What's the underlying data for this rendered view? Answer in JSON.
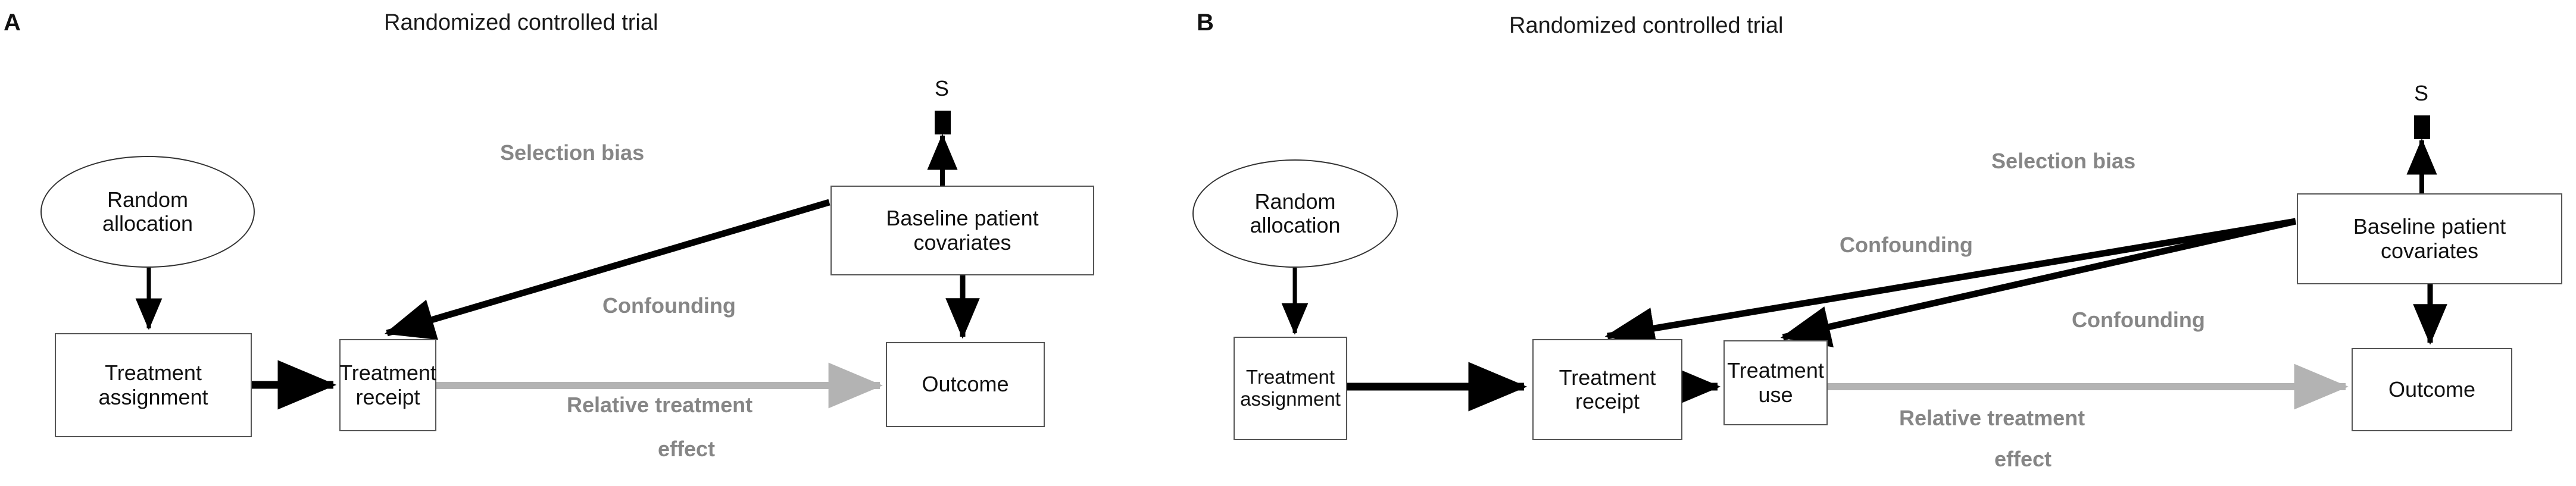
{
  "figure": {
    "background": "#ffffff",
    "node_text_color": "#111111",
    "node_border_color": "#555555",
    "edge_label_color": "#868686",
    "black_edge_color": "#000000",
    "gray_edge_color": "#b3b3b3"
  },
  "panels": [
    {
      "letter": "A",
      "title": "Randomized controlled trial",
      "nodes": {
        "random_allocation": "Random\nallocation",
        "treatment_assignment": "Treatment\nassignment",
        "treatment_receipt": "Treatment\nreceipt",
        "baseline_covariates": "Baseline patient\ncovariates",
        "outcome": "Outcome",
        "selection_node": "S"
      },
      "edge_labels": {
        "selection_bias": "Selection bias",
        "confounding": "Confounding",
        "relative_treatment_effect_line1": "Relative treatment",
        "relative_treatment_effect_line2": "effect"
      }
    },
    {
      "letter": "B",
      "title": "Randomized controlled trial",
      "nodes": {
        "random_allocation": "Random\nallocation",
        "treatment_assignment": "Treatment\nassignment",
        "treatment_receipt": "Treatment\nreceipt",
        "treatment_use": "Treatment\nuse",
        "baseline_covariates": "Baseline patient\ncovariates",
        "outcome": "Outcome",
        "selection_node": "S"
      },
      "edge_labels": {
        "selection_bias": "Selection bias",
        "confounding_receipt": "Confounding",
        "confounding_use": "Confounding",
        "relative_treatment_effect_line1": "Relative treatment",
        "relative_treatment_effect_line2": "effect"
      }
    }
  ]
}
